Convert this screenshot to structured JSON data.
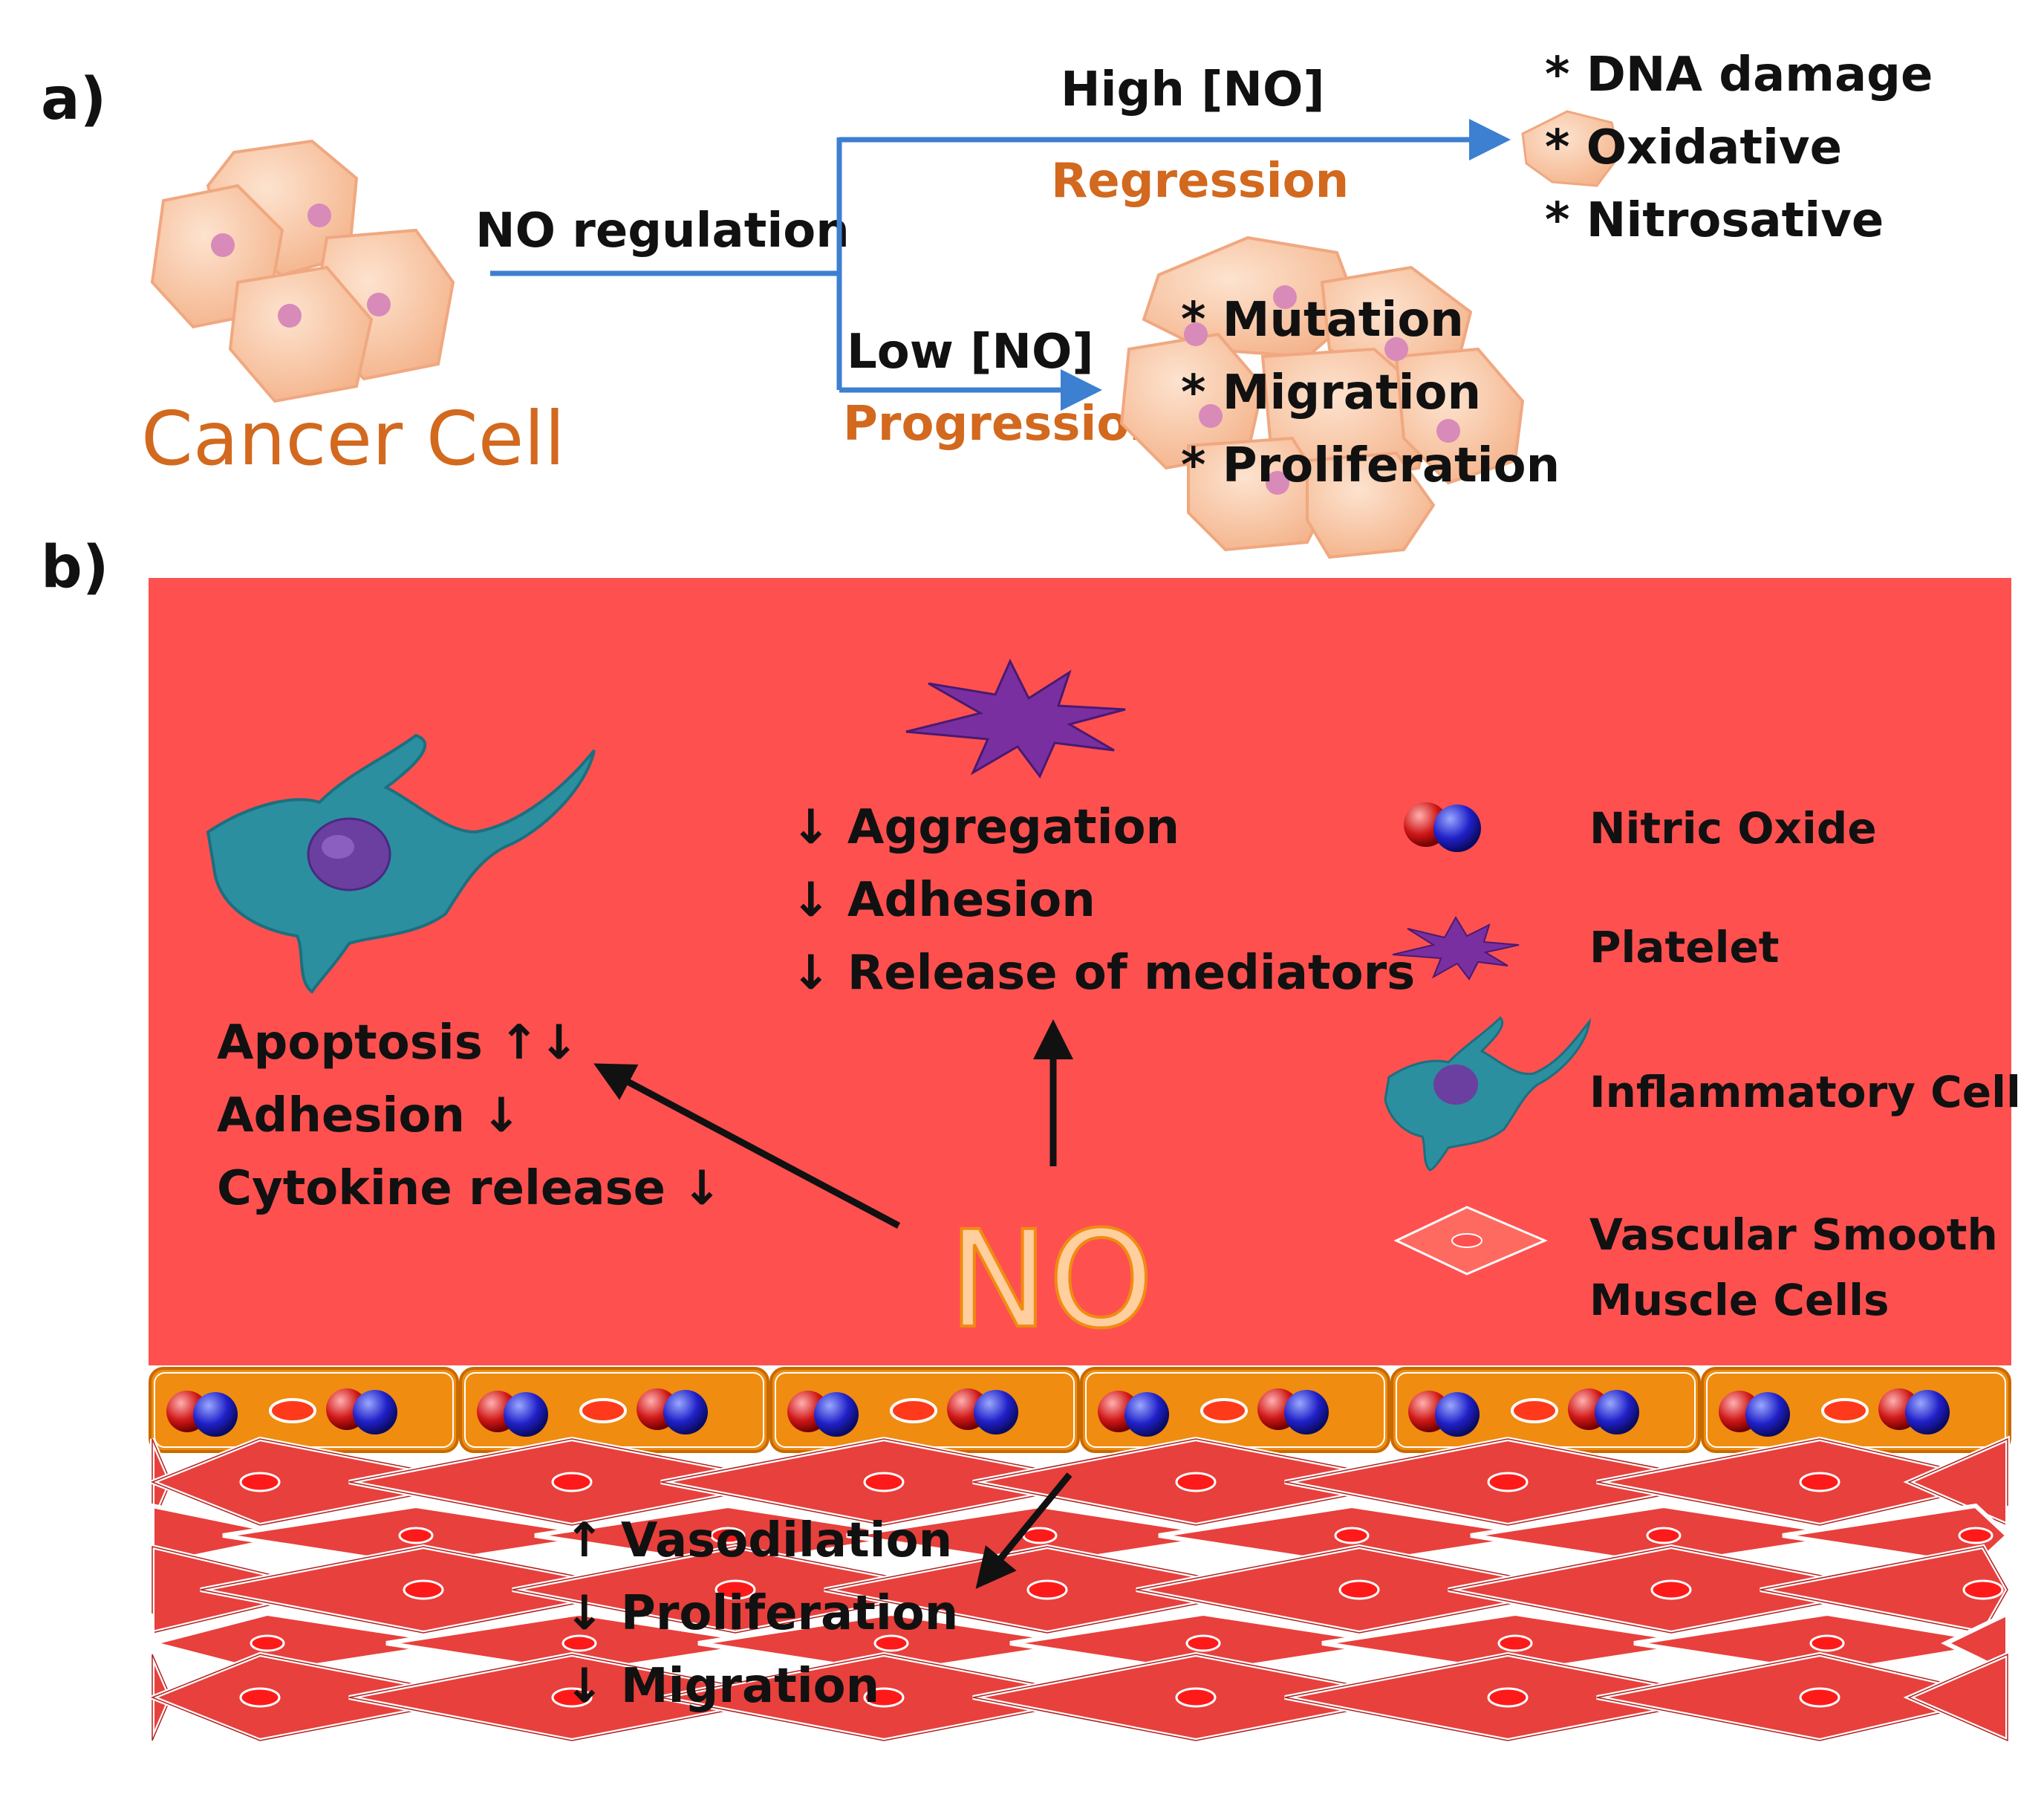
{
  "panel_a": {
    "label": "a)",
    "cancer_cell": "Cancer Cell",
    "no_regulation": "NO regulation",
    "high_no": "High [NO]",
    "regression": "Regression",
    "low_no": "Low [NO]",
    "progression": "Progression",
    "high_effects": [
      "* DNA damage",
      "* Oxidative",
      "* Nitrosative"
    ],
    "low_effects": [
      "* Mutation",
      "* Migration",
      "* Proliferation"
    ]
  },
  "panel_b": {
    "label": "b)",
    "center": "NO",
    "inflammatory_effects": [
      "Apoptosis ↑↓",
      "Adhesion ↓",
      "Cytokine release ↓"
    ],
    "platelet_effects": [
      "↓  Aggregation",
      "↓  Adhesion",
      "↓  Release of mediators"
    ],
    "smooth_muscle_effects": [
      "↑  Vasodilation",
      "↓  Proliferation",
      "↓  Migration"
    ],
    "legend": {
      "nitric_oxide": "Nitric Oxide",
      "platelet": "Platelet",
      "inflammatory_cell": "Inflammatory Cell",
      "vsmc_line1": "Vascular Smooth",
      "vsmc_line2": "Muscle Cells"
    }
  },
  "colors": {
    "lumen": "#ff5050",
    "endothelium": "#f08c10",
    "muscle": "#e8403c",
    "accent_text": "#d2691e",
    "no_text": "#ffcfa0",
    "arrow_blue": "#3d7fd0",
    "platelet": "#7a2fa0",
    "inflammatory": "#2b8fa0"
  }
}
